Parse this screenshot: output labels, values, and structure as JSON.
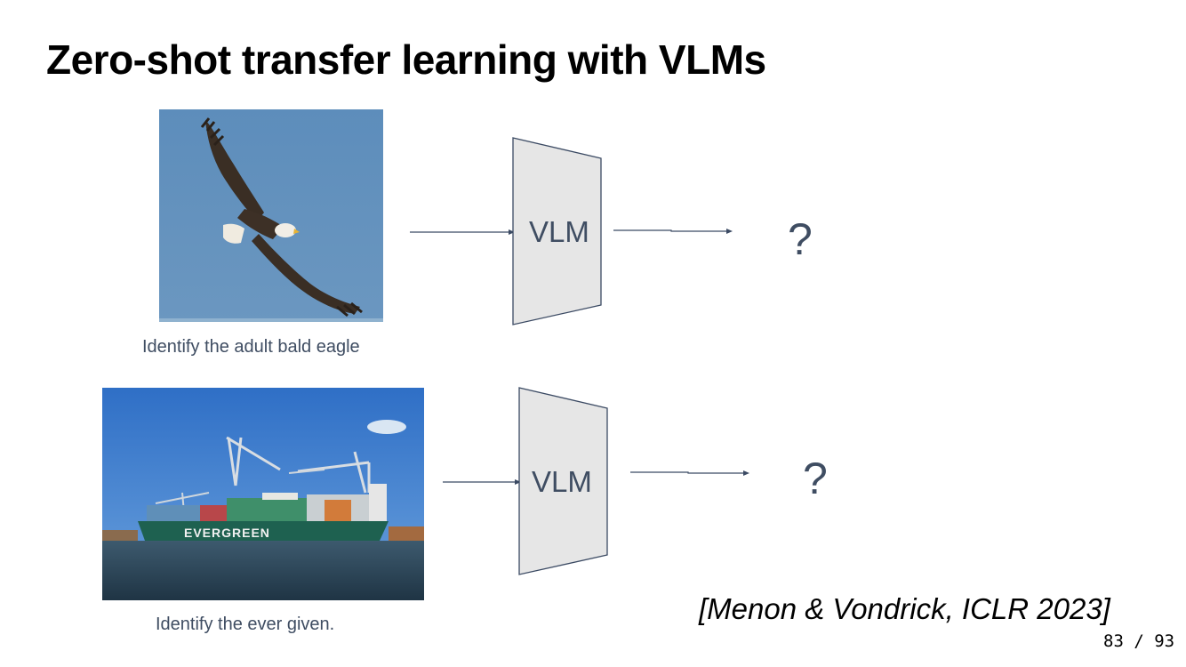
{
  "slide": {
    "title": "Zero-shot transfer learning with VLMs",
    "citation": "[Menon & Vondrick, ICLR 2023]",
    "page_number": "83 / 93"
  },
  "rows": [
    {
      "image_icon": "bald-eagle-photo",
      "caption": "Identify the adult bald eagle",
      "model_label": "VLM",
      "output": "?"
    },
    {
      "image_icon": "container-ship-photo",
      "image_text": "EVERGREEN",
      "caption": "Identify the ever given.",
      "model_label": "VLM",
      "output": "?"
    }
  ],
  "colors": {
    "text_slate": "#3f4d62",
    "vlm_fill": "#e6e6e6",
    "vlm_stroke": "#3b4a63",
    "sky_blue": "#6592bd"
  }
}
